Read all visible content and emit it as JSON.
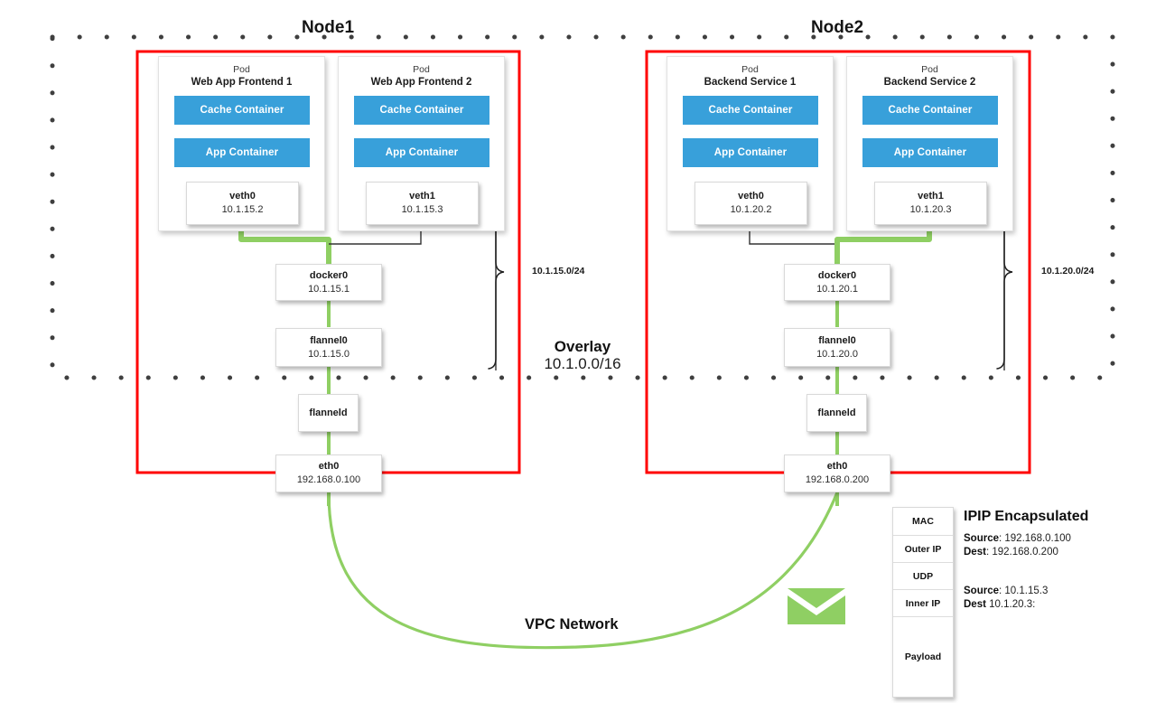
{
  "diagram": {
    "overlay": {
      "title": "Overlay",
      "cidr": "10.1.0.0/16"
    },
    "vpc_label": "VPC Network",
    "colors": {
      "node_border": "#ff0000",
      "container_blue": "#38a0da",
      "traffic_green": "#8fcf63",
      "overlay_dot": "#3f3f3f"
    }
  },
  "nodes": [
    {
      "title": "Node1",
      "subnet_label": "10.1.15.0/24",
      "pods": [
        {
          "kind": "Pod",
          "name": "Web App Frontend 1",
          "containers": [
            "Cache Container",
            "App Container"
          ],
          "veth": {
            "name": "veth0",
            "ip": "10.1.15.2"
          }
        },
        {
          "kind": "Pod",
          "name": "Web App Frontend 2",
          "containers": [
            "Cache Container",
            "App Container"
          ],
          "veth": {
            "name": "veth1",
            "ip": "10.1.15.3"
          }
        }
      ],
      "bridge": {
        "name": "docker0",
        "ip": "10.1.15.1"
      },
      "flannel0": {
        "name": "flannel0",
        "ip": "10.1.15.0"
      },
      "flanneld": {
        "name": "flanneld",
        "ip": ""
      },
      "eth0": {
        "name": "eth0",
        "ip": "192.168.0.100"
      }
    },
    {
      "title": "Node2",
      "subnet_label": "10.1.20.0/24",
      "pods": [
        {
          "kind": "Pod",
          "name": "Backend Service 1",
          "containers": [
            "Cache Container",
            "App Container"
          ],
          "veth": {
            "name": "veth0",
            "ip": "10.1.20.2"
          }
        },
        {
          "kind": "Pod",
          "name": "Backend Service 2",
          "containers": [
            "Cache Container",
            "App Container"
          ],
          "veth": {
            "name": "veth1",
            "ip": "10.1.20.3"
          }
        }
      ],
      "bridge": {
        "name": "docker0",
        "ip": "10.1.20.1"
      },
      "flannel0": {
        "name": "flannel0",
        "ip": "10.1.20.0"
      },
      "flanneld": {
        "name": "flanneld",
        "ip": ""
      },
      "eth0": {
        "name": "eth0",
        "ip": "192.168.0.200"
      }
    }
  ],
  "packet": {
    "title": "IPIP Encapsulated",
    "layers": [
      "MAC",
      "Outer IP",
      "UDP",
      "Inner IP",
      "Payload"
    ],
    "outer": {
      "source_label": "Source",
      "source_value": ": 192.168.0.100",
      "dest_label": "Dest",
      "dest_value": ": 192.168.0.200"
    },
    "inner": {
      "source_label": "Source",
      "source_value": ": 10.1.15.3",
      "dest_label": "Dest",
      "dest_value": " 10.1.20.3:"
    }
  }
}
